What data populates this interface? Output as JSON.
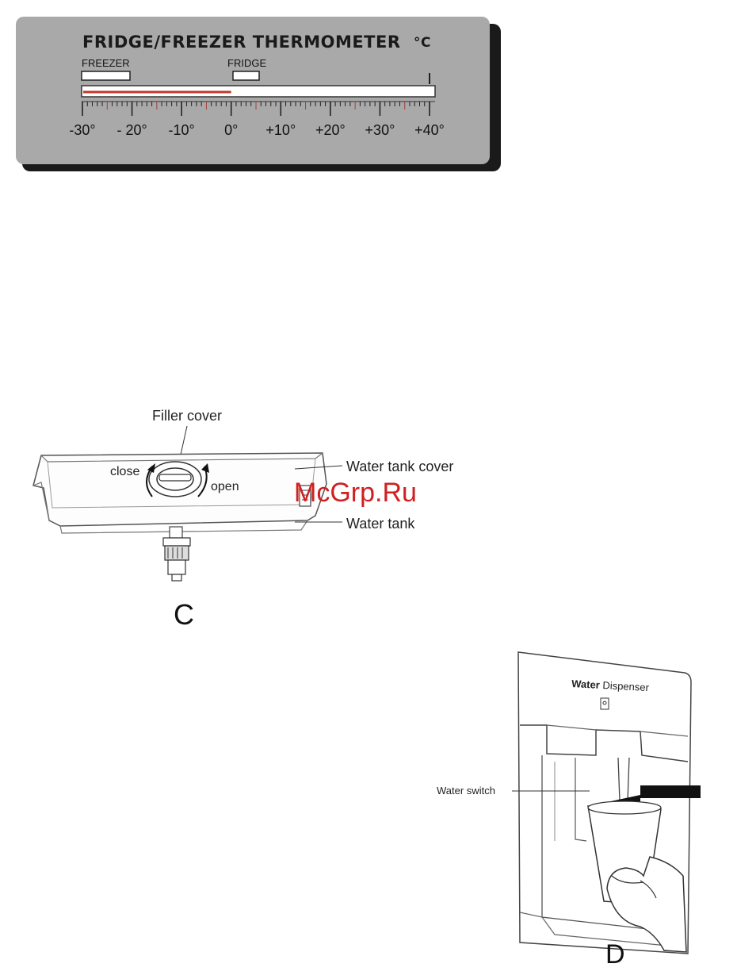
{
  "thermometer": {
    "title": "FRIDGE/FREEZER THERMOMETER",
    "unit": "°C",
    "freezer_label": "FREEZER",
    "fridge_label": "FRIDGE",
    "scale_min": -30,
    "scale_max": 40,
    "reading": 0,
    "ticks": [
      "-30°",
      "- 20°",
      "-10°",
      "0°",
      "+10°",
      "+20°",
      "+30°",
      "+40°"
    ]
  },
  "figure_c": {
    "filler_cover": "Filler cover",
    "close": "close",
    "open": "open",
    "water_tank_cover": "Water tank cover",
    "water_tank": "Water tank",
    "letter": "C"
  },
  "watermark": "McGrp.Ru",
  "figure_d": {
    "title_bold": "Water",
    "title_rest": " Dispenser",
    "water_switch": "Water switch",
    "letter": "D"
  },
  "colors": {
    "panel": "#a9a9a9",
    "panel_shadow": "#1a1a1a",
    "watermark": "#d02020"
  }
}
